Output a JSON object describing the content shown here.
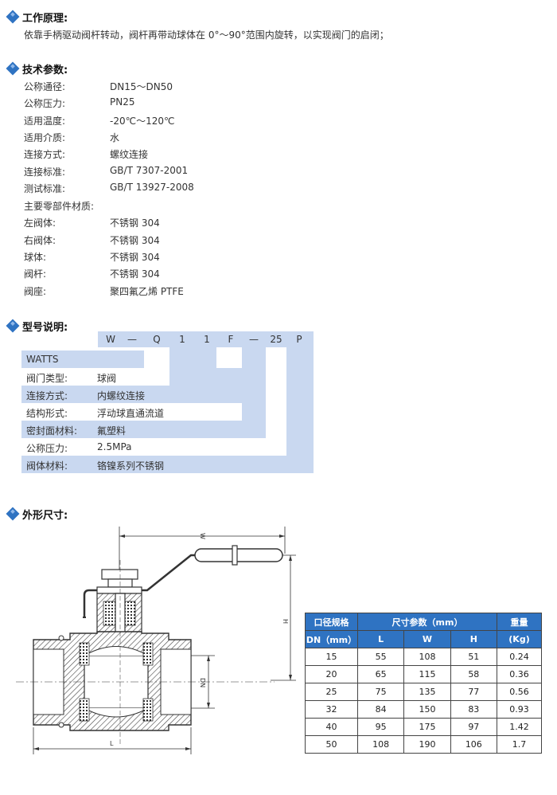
{
  "sections": {
    "principle": {
      "title": "工作原理:",
      "text": "依靠手柄驱动阀杆转动，阀杆再带动球体在 0°～90°范围内旋转，以实现阀门的启闭；"
    },
    "specs": {
      "title": "技术参数:",
      "rows": [
        {
          "label": "公称通径:",
          "value": "DN15～DN50"
        },
        {
          "label": "公称压力:",
          "value": "PN25"
        },
        {
          "label": "适用温度:",
          "value": "-20℃～120℃"
        },
        {
          "label": "适用介质:",
          "value": "水"
        },
        {
          "label": "连接方式:",
          "value": "螺纹连接"
        },
        {
          "label": "连接标准:",
          "value": "GB/T 7307-2001"
        },
        {
          "label": "测试标准:",
          "value": "GB/T 13927-2008"
        },
        {
          "label": "主要零部件材质:",
          "value": ""
        },
        {
          "label": "左阀体:",
          "value": "不锈钢 304"
        },
        {
          "label": "右阀体:",
          "value": "不锈钢 304"
        },
        {
          "label": "球体:",
          "value": "不锈钢 304"
        },
        {
          "label": "阀杆:",
          "value": "不锈钢 304"
        },
        {
          "label": "阀座:",
          "value": "聚四氟乙烯 PTFE"
        }
      ]
    },
    "model": {
      "title": "型号说明:",
      "codes": [
        "W",
        "—",
        "Q",
        "1",
        "1",
        "F",
        "—",
        "25",
        "P"
      ],
      "brand": "WATTS",
      "rows": [
        {
          "label": "阀门类型:",
          "value": "球阀"
        },
        {
          "label": "连接方式:",
          "value": "内螺纹连接"
        },
        {
          "label": "结构形式:",
          "value": "浮动球直通流道"
        },
        {
          "label": "密封面材料:",
          "value": "氟塑料"
        },
        {
          "label": "公称压力:",
          "value": "2.5MPa"
        },
        {
          "label": "阀体材料:",
          "value": "铬镍系列不锈钢"
        }
      ]
    },
    "dimensions": {
      "title": "外形尺寸:",
      "drawing_labels": {
        "w": "W",
        "h": "H",
        "dn": "DN",
        "l": "L"
      },
      "table": {
        "header_dn_top": "口径规格",
        "header_dn_bottom": "DN（mm）",
        "header_size": "尺寸参数（mm）",
        "header_weight_top": "重量",
        "header_weight_bottom": "(Kg)",
        "col_l": "L",
        "col_w": "W",
        "col_h": "H",
        "rows": [
          [
            "15",
            "55",
            "108",
            "51",
            "0.24"
          ],
          [
            "20",
            "65",
            "115",
            "58",
            "0.36"
          ],
          [
            "25",
            "75",
            "135",
            "77",
            "0.56"
          ],
          [
            "32",
            "84",
            "150",
            "83",
            "0.93"
          ],
          [
            "40",
            "95",
            "175",
            "97",
            "1.42"
          ],
          [
            "50",
            "108",
            "190",
            "106",
            "1.7"
          ]
        ]
      }
    }
  }
}
